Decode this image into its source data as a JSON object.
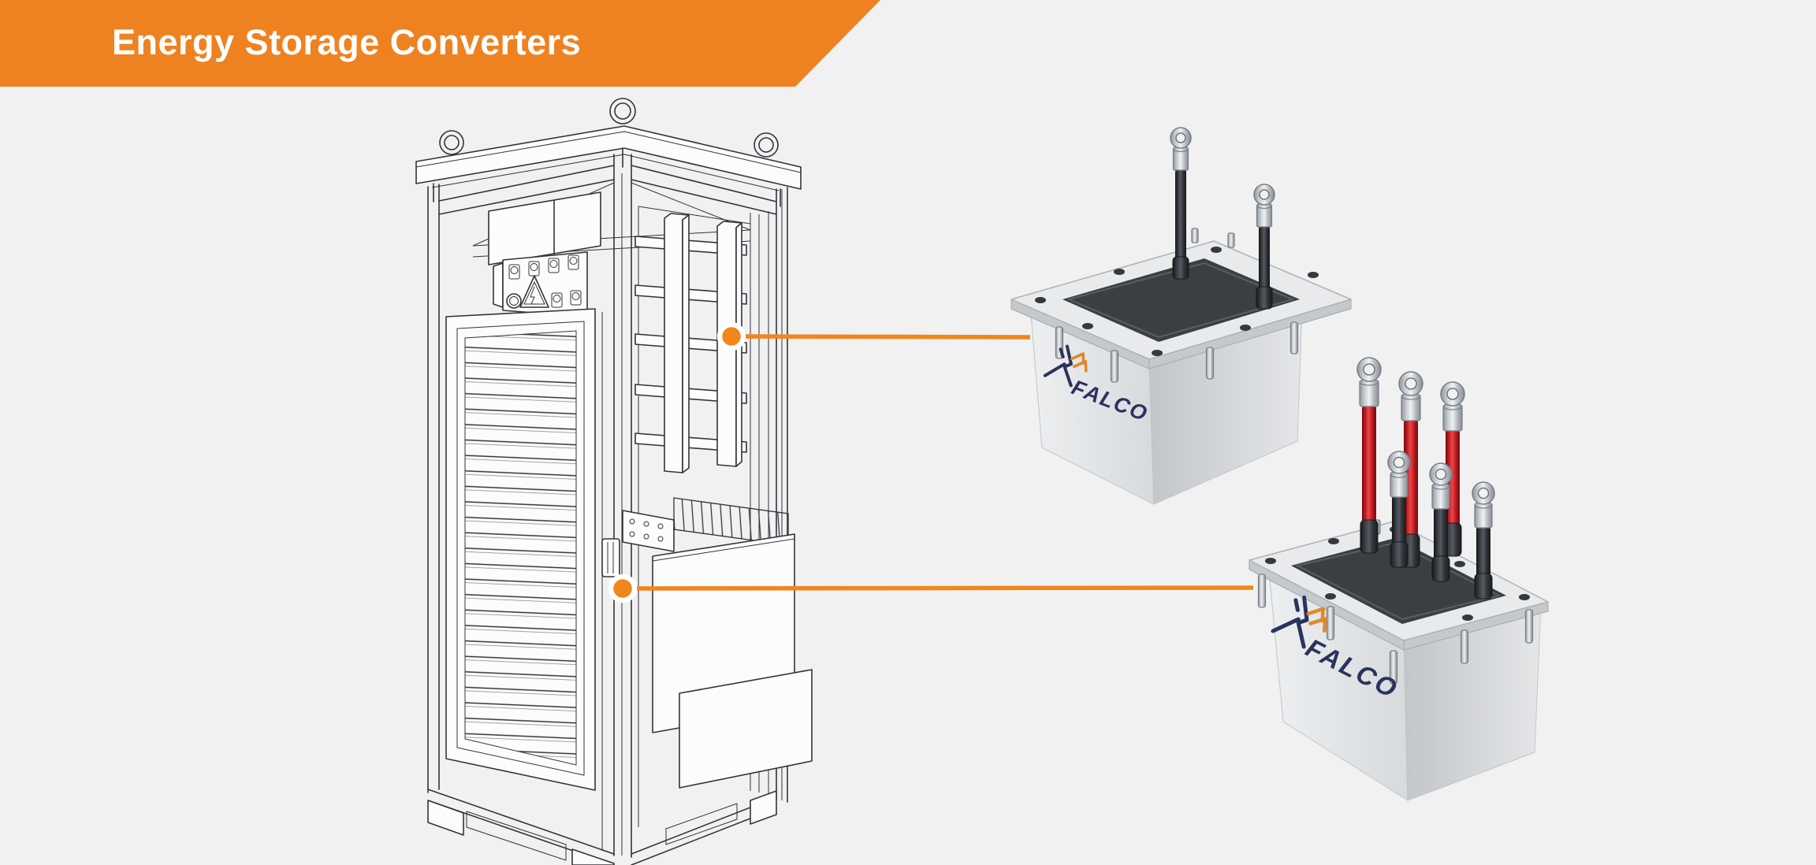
{
  "header": {
    "title": "Energy Storage Converters",
    "background_color": "#EF8220",
    "text_color": "#FFFFFF"
  },
  "page": {
    "background_color": "#F1F1F2"
  },
  "colors": {
    "accent_orange": "#EF8220",
    "callout_orange": "#F0861C",
    "wireframe_stroke": "#33343A",
    "brand_navy": "#2A335C",
    "brand_orange": "#E0882A",
    "cable_red": "#C72026",
    "cable_black": "#2B2E31",
    "metal_silver": "#C9CDD1",
    "flange_light": "#E8EAEC",
    "top_plate_dark": "#3B3E42"
  },
  "cabinet": {
    "name": "Energy storage converter cabinet (isometric line drawing)",
    "features": [
      "lifting-eye-icon",
      "warning-triangle-icon",
      "louvered-door",
      "busbar-columns",
      "bolted-control-panel",
      "heatsink-module",
      "pallet-base"
    ]
  },
  "callouts": [
    {
      "id": 1,
      "points_from": "upper busbar compartment",
      "points_to": "2-terminal converter block"
    },
    {
      "id": 2,
      "points_from": "lower converter compartment",
      "points_to": "6-terminal converter block"
    }
  ],
  "products": [
    {
      "brand": "FALCO",
      "cable_count": 2,
      "cable_colors": [
        "black"
      ],
      "description": "Flange-mount converter block with two black cable lugs"
    },
    {
      "brand": "FALCO",
      "cable_count": 6,
      "cable_colors": [
        "red",
        "black"
      ],
      "description": "Flange-mount converter block with three red and three black cable lugs"
    }
  ]
}
